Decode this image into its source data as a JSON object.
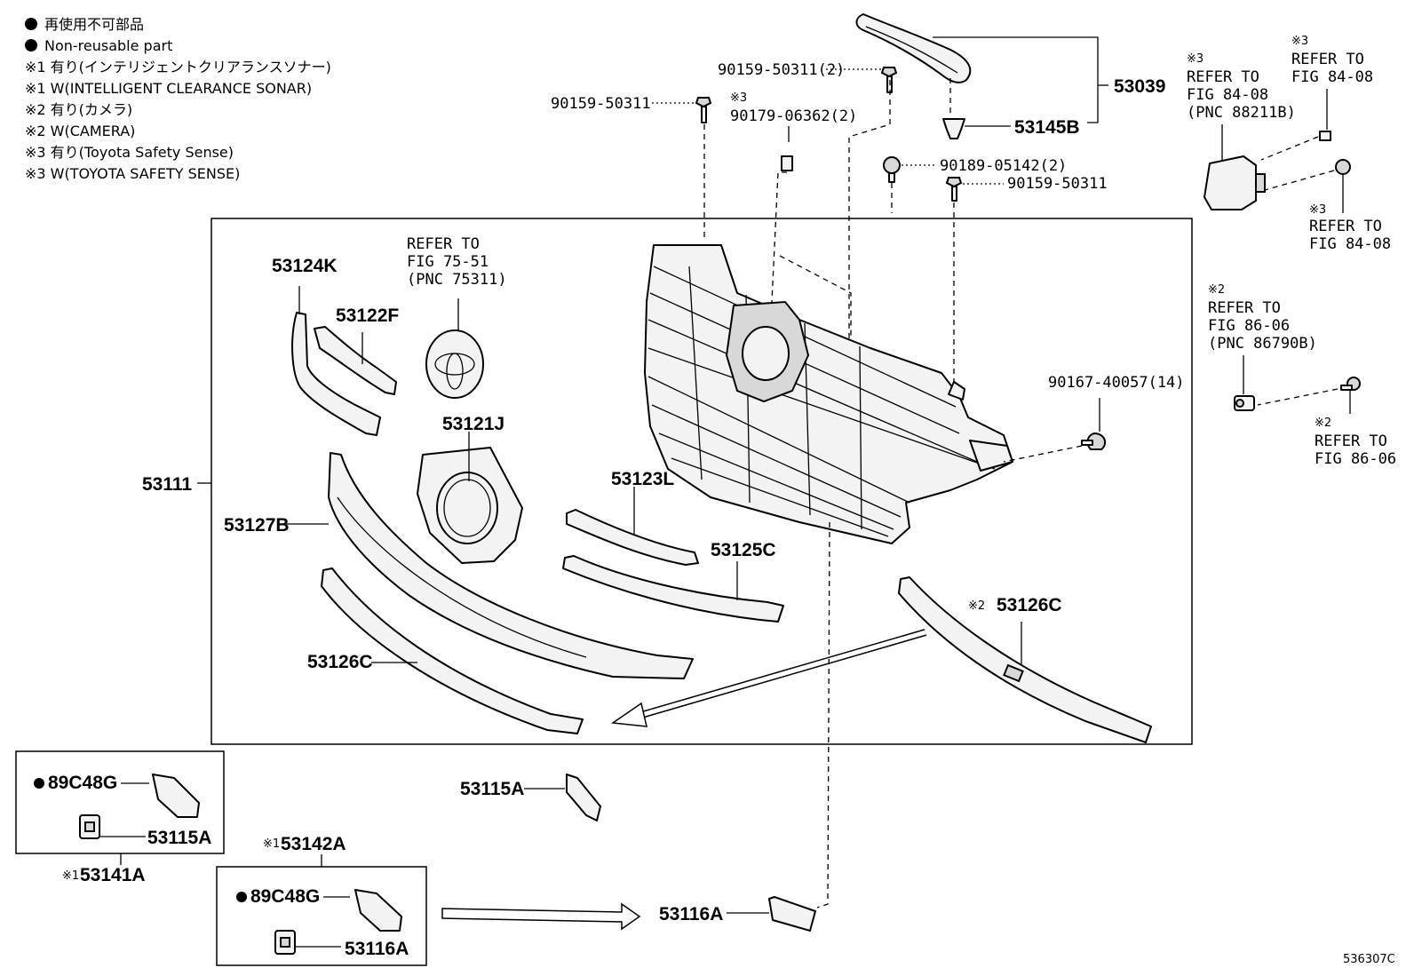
{
  "legend": {
    "line1": "再使用不可部品",
    "line2": "Non-reusable part",
    "line3": "※1 有り(インテリジェントクリアランスソナー)",
    "line4": "※1 W(INTELLIGENT CLEARANCE SONAR)",
    "line5": "※2 有り(カメラ)",
    "line6": "※2 W(CAMERA)",
    "line7": "※3 有り(Toyota  Safety  Sense)",
    "line8": "※3 W(TOYOTA SAFETY SENSE)"
  },
  "labels": {
    "p53039": "53039",
    "p53145B": "53145B",
    "b90159_2": "90159-50311(2)",
    "b90159_left": "90159-50311",
    "b90159_right": "90159-50311",
    "n3_mark": "※3",
    "b90179": "90179-06362(2)",
    "b90189": "90189-05142(2)",
    "b90167": "90167-40057(14)",
    "p53124K": "53124K",
    "p53122F": "53122F",
    "ref_emblem_1": "REFER TO",
    "ref_emblem_2": "FIG 75-51",
    "ref_emblem_3": "(PNC 75311)",
    "p53121J": "53121J",
    "p53111": "53111",
    "p53127B": "53127B",
    "p53123L": "53123L",
    "p53125C": "53125C",
    "p53126C_left": "53126C",
    "p53126C_right": "53126C",
    "n2_mark_right": "※2",
    "p53115A_mid": "53115A",
    "p53116A_mid": "53116A",
    "p89C48G_top": "89C48G",
    "p53115A_box": "53115A",
    "n1_mark_a": "※1",
    "p53141A": "53141A",
    "n1_mark_b": "※1",
    "p53142A": "53142A",
    "p89C48G_bot": "89C48G",
    "p53116A_box": "53116A",
    "sensor_mark_a": "※3",
    "sensor_ref_a1": "REFER TO",
    "sensor_ref_a2": "FIG 84-08",
    "sensor_ref_a3": "(PNC 88211B)",
    "sensor_mark_b": "※3",
    "sensor_ref_b1": "REFER TO",
    "sensor_ref_b2": "FIG 84-08",
    "sensor_mark_c": "※3",
    "sensor_ref_c1": "REFER TO",
    "sensor_ref_c2": "FIG 84-08",
    "camera_mark_a": "※2",
    "camera_ref_a1": "REFER TO",
    "camera_ref_a2": "FIG 86-06",
    "camera_ref_a3": "(PNC 86790B)",
    "camera_mark_b": "※2",
    "camera_ref_b1": "REFER TO",
    "camera_ref_b2": "FIG 86-06",
    "figure_id": "536307C"
  }
}
